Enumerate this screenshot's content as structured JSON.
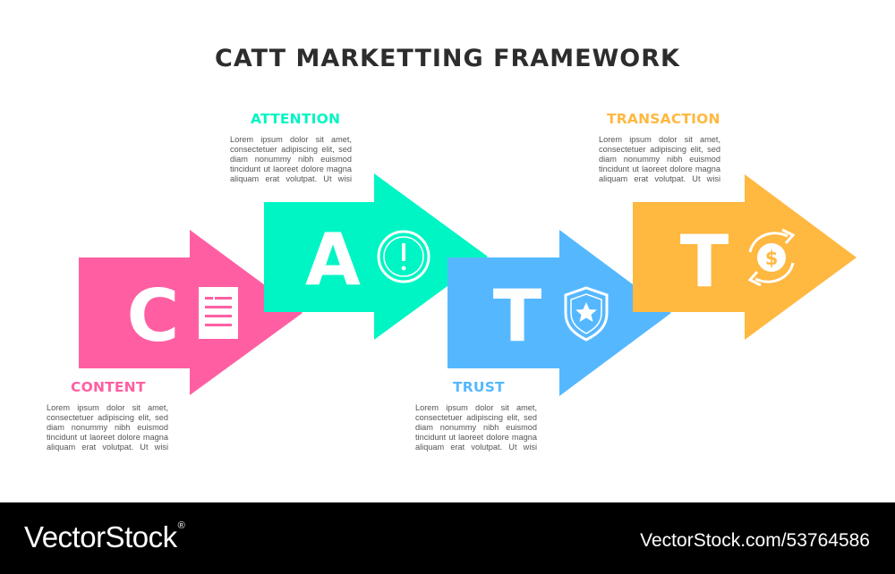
{
  "title": "CATT MARKETTING FRAMEWORK",
  "steps": [
    {
      "letter": "C",
      "heading": "CONTENT",
      "color": "#ff5fa2",
      "icon": "document-icon",
      "desc": [
        "Lorem ipsum dolor sit amet,",
        "consectetuer adipiscing elit, sed",
        "diam nonummy nibh euismod",
        "tincidunt ut laoreet dolore magna",
        "aliquam erat volutpat. Ut wisi"
      ]
    },
    {
      "letter": "A",
      "heading": "ATTENTION",
      "color": "#00f5c4",
      "icon": "exclamation-circle-icon",
      "desc": [
        "Lorem ipsum dolor sit amet,",
        "consectetuer adipiscing elit, sed",
        "diam nonummy nibh euismod",
        "tincidunt ut laoreet dolore magna",
        "aliquam erat volutpat. Ut wisi"
      ]
    },
    {
      "letter": "T",
      "heading": "TRUST",
      "color": "#55b8ff",
      "icon": "shield-star-icon",
      "desc": [
        "Lorem ipsum dolor sit amet,",
        "consectetuer adipiscing elit, sed",
        "diam nonummy nibh euismod",
        "tincidunt ut laoreet dolore magna",
        "aliquam erat volutpat. Ut wisi"
      ]
    },
    {
      "letter": "T",
      "heading": "TRANSACTION",
      "color": "#ffb840",
      "icon": "dollar-exchange-icon",
      "desc": [
        "Lorem ipsum dolor sit amet,",
        "consectetuer adipiscing elit, sed",
        "diam nonummy nibh euismod",
        "tincidunt ut laoreet dolore magna",
        "aliquam erat volutpat. Ut wisi"
      ]
    }
  ],
  "footer": {
    "brand": "VectorStock",
    "registered_mark": "®",
    "stock_id": "VectorStock.com/53764586"
  }
}
